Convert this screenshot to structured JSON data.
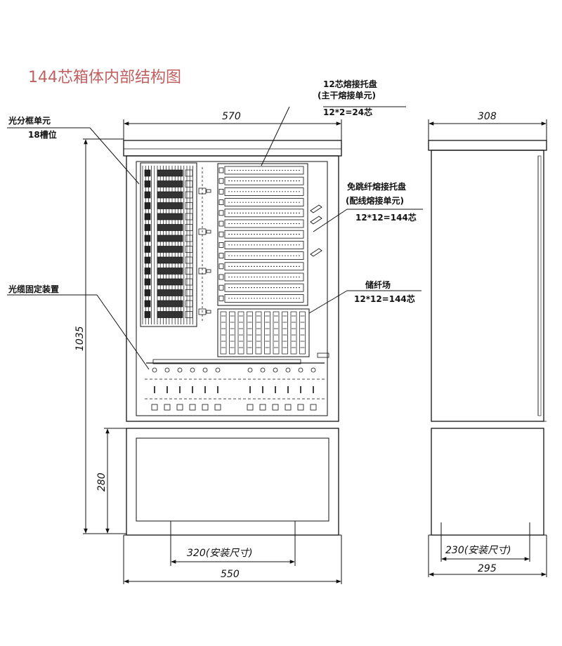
{
  "title": "144芯箱体内部结构图",
  "labels": {
    "splice_tray_main": "12芯熔接托盘",
    "splice_tray_main_sub": "(主干熔接单元)",
    "splice_tray_main_count": "12*2=24芯",
    "splitter_unit": "光分框单元",
    "splitter_unit_sub": "18槽位",
    "jump_free_tray": "免跳纤熔接托盘",
    "jump_free_tray_sub": "(配线熔接单元)",
    "jump_free_tray_count": "12*12=144芯",
    "fiber_storage": "储纤场",
    "fiber_storage_count": "12*12=144芯",
    "cable_fix": "光缆固定装置"
  },
  "dimensions": {
    "front_width": "570",
    "side_width": "308",
    "cabinet_height": "1035",
    "base_height": "280",
    "install_front": "320(安装尺寸)",
    "base_front_width": "550",
    "install_side": "230(安装尺寸)",
    "base_side_width": "295"
  }
}
